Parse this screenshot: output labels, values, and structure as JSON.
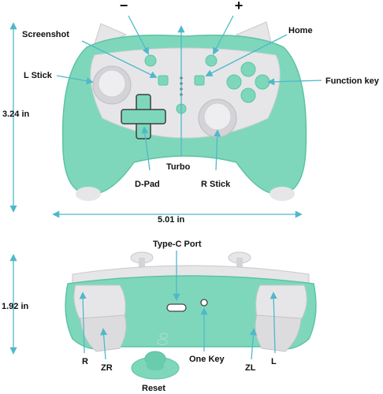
{
  "labels": {
    "minus": "−",
    "plus": "+",
    "screenshot": "Screenshot",
    "home": "Home",
    "l_stick": "L Stick",
    "function_key": "Function key",
    "turbo": "Turbo",
    "d_pad": "D-Pad",
    "r_stick": "R Stick",
    "type_c_port": "Type-C Port",
    "one_key": "One Key",
    "r": "R",
    "zr": "ZR",
    "zl": "ZL",
    "l": "L",
    "reset": "Reset"
  },
  "dimensions": {
    "height_top": "3.24 in",
    "width": "5.01 in",
    "height_side": "1.92 in"
  },
  "colors": {
    "mint": "#7fd7bb",
    "mint_dark": "#5cc3a4",
    "grey": "#e6e6e8",
    "grey_dark": "#c9c9cd",
    "arrow": "#4fb8c9"
  }
}
